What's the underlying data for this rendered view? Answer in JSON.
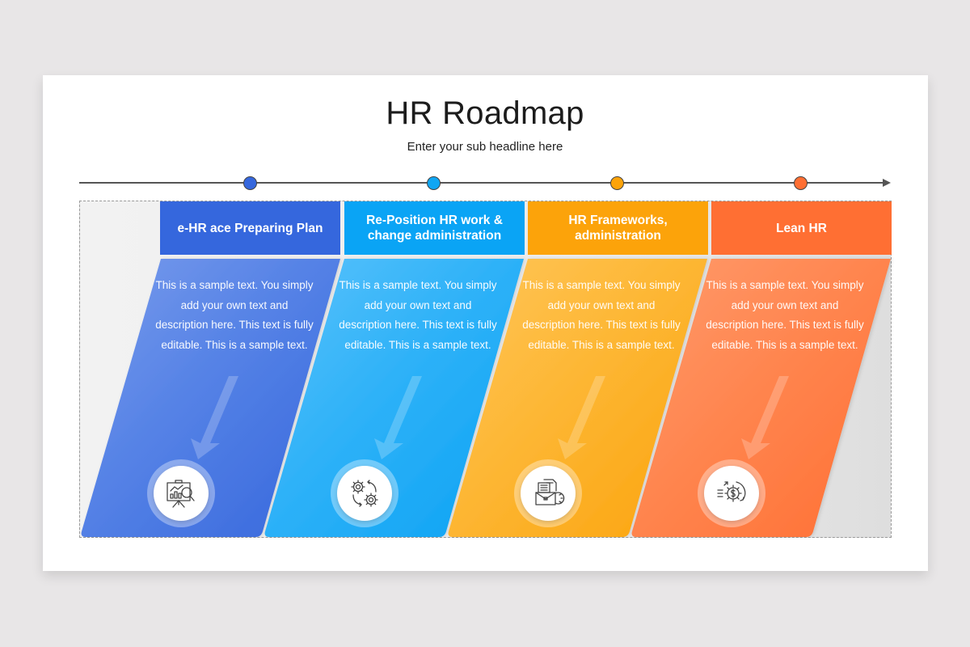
{
  "slide": {
    "title": "HR Roadmap",
    "subtitle": "Enter your sub headline here"
  },
  "timeline": {
    "dots": [
      {
        "color": "#3567dd"
      },
      {
        "color": "#10a6f3"
      },
      {
        "color": "#fca30a"
      },
      {
        "color": "#ff6f33"
      }
    ]
  },
  "steps": [
    {
      "title": "e-HR ace Preparing Plan",
      "header_color": "#3567dd",
      "text": "This is a sample text. You simply add your own text and description here. This text is fully editable. This is a sample text.",
      "icon": "presentation-analytics-icon"
    },
    {
      "title": "Re-Position HR work & change administration",
      "header_color": "#0aa4f5",
      "text": "This is a sample text. You simply add your own text and description here. This text is fully editable. This is a sample text.",
      "icon": "gears-cycle-icon"
    },
    {
      "title": "HR Frameworks, administration",
      "header_color": "#fca30a",
      "text": "This is a sample text. You simply add your own text and description here. This text is fully editable. This is a sample text.",
      "icon": "briefcase-documents-icon"
    },
    {
      "title": "Lean HR",
      "header_color": "#ff6f33",
      "text": "This is a sample text. You simply add your own text and description here. This text is fully editable. This is a sample text.",
      "icon": "dollar-gear-icon"
    }
  ]
}
